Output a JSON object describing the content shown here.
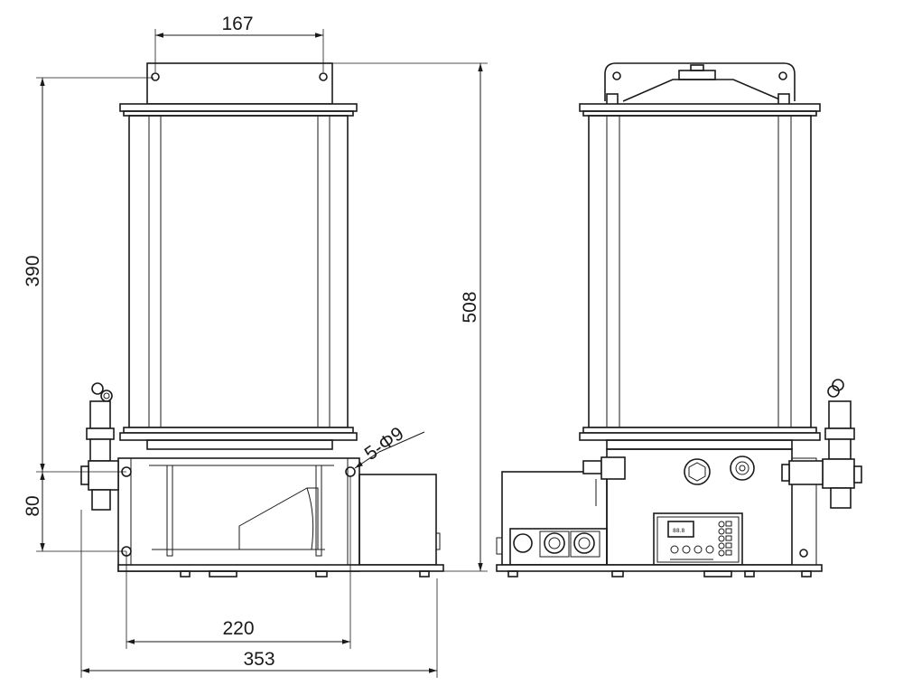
{
  "dimensions": {
    "top_width": "167",
    "tank_height": "390",
    "total_height": "508",
    "base_height": "80",
    "hole_callout": "5-Φ9",
    "mount_width": "220",
    "overall_width": "353"
  },
  "panel": {
    "display_glyph": "88.8",
    "led_labels": [
      "○",
      "○",
      "○",
      "○",
      "○"
    ]
  },
  "colors": {
    "line": "#1a1a1a",
    "background": "#ffffff"
  }
}
